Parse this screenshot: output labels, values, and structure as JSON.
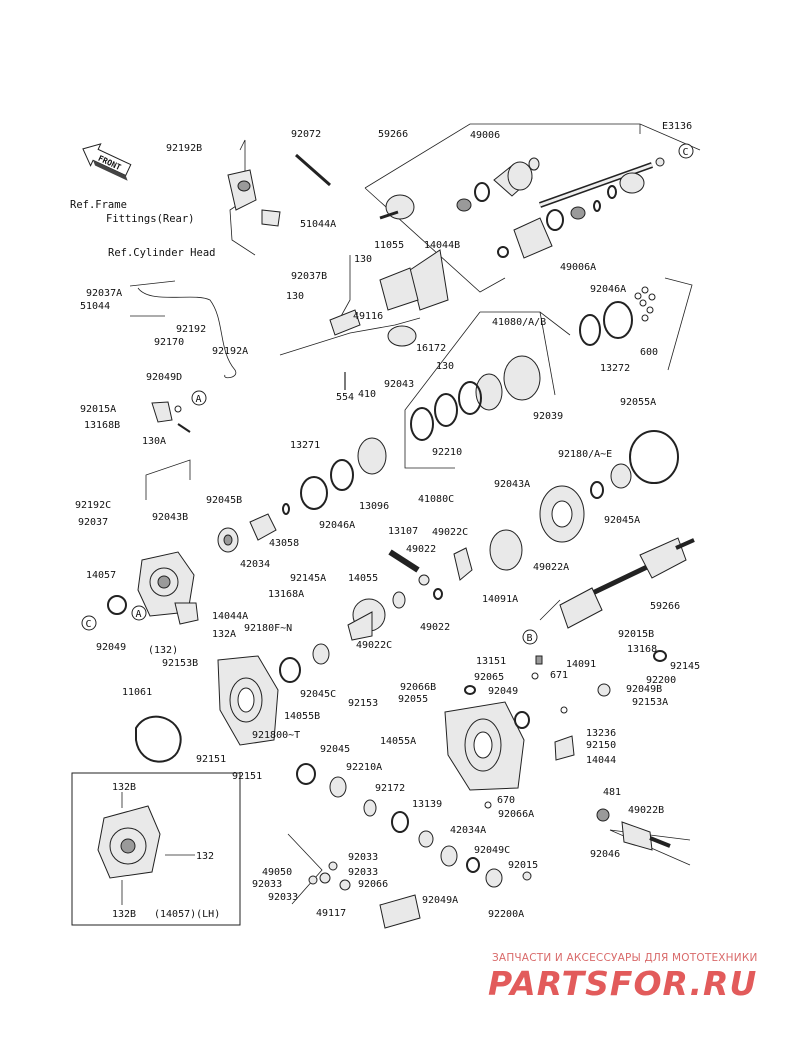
{
  "diagram_code": "E3136",
  "front_label": "FRONT",
  "refs": {
    "frame": "Ref.Frame",
    "fittings": "Fittings(Rear)",
    "cylinder_head": "Ref.Cylinder Head"
  },
  "markers": {
    "A": "A",
    "B": "B",
    "C": "C"
  },
  "inset_label": "(14057)(LH)",
  "parts": {
    "p92192B": "92192B",
    "p92072": "92072",
    "p59266a": "59266",
    "p49006": "49006",
    "p51044A": "51044A",
    "p11055": "11055",
    "p14044B": "14044B",
    "p130a": "130",
    "p92037B": "92037B",
    "p130b": "130",
    "p49116": "49116",
    "p92037A": "92037A",
    "p51044": "51044",
    "p92192": "92192",
    "p92170": "92170",
    "p92192A": "92192A",
    "p16172": "16172",
    "p130c": "130",
    "p92043": "92043",
    "p554": "554",
    "p410": "410",
    "p49006A": "49006A",
    "p92046Aa": "92046A",
    "p41080ABC": "41080/A/B",
    "p600": "600",
    "p13272": "13272",
    "p92039": "92039",
    "p92049D": "92049D",
    "p92015A": "92015A",
    "p13168B": "13168B",
    "p130A": "130A",
    "p92210": "92210",
    "p41080C": "41080C",
    "p92055A": "92055A",
    "p13271": "13271",
    "p92180AE": "92180/A~E",
    "p92192C": "92192C",
    "p92045B": "92045B",
    "p92046Ab": "92046A",
    "p13096": "13096",
    "p92043A": "92043A",
    "p92045A": "92045A",
    "p92037": "92037",
    "p92043B": "92043B",
    "p13107": "13107",
    "p49022C": "49022C",
    "p42034": "42034",
    "p43058": "43058",
    "p49022a": "49022",
    "p49022A": "49022A",
    "p14057": "14057",
    "p92145A": "92145A",
    "p14055": "14055",
    "p13168A": "13168A",
    "p14091A": "14091A",
    "p59266b": "59266",
    "p14044A": "14044A",
    "p49022b": "49022",
    "p92049a": "92049",
    "p132paren": "(132)",
    "p132A": "132A",
    "p49022Cb": "49022C",
    "p92015B": "92015B",
    "p92180FN": "92180F~N",
    "p13168": "13168",
    "p92153B": "92153B",
    "p13151": "13151",
    "p14091": "14091",
    "p92145": "92145",
    "p92065": "92065",
    "p92200": "92200",
    "p92066B": "92066B",
    "p671": "671",
    "p92049b": "92049",
    "p92055": "92055",
    "p92049B": "92049B",
    "p92045C": "92045C",
    "p92153": "92153",
    "p92153A": "92153A",
    "p11061": "11061",
    "p14055B": "14055B",
    "p13236": "13236",
    "p921800T": "921800~T",
    "p14055A": "14055A",
    "p92150": "92150",
    "p92151a": "92151",
    "p92045": "92045",
    "p92210A": "92210A",
    "p14044": "14044",
    "p92151b": "92151",
    "p92172": "92172",
    "p481": "481",
    "p670": "670",
    "p49022B": "49022B",
    "p132B_top": "132B",
    "p13139": "13139",
    "p92066A": "92066A",
    "p132": "132",
    "p42034A": "42034A",
    "p92046": "92046",
    "p92033a": "92033",
    "p92049C": "92049C",
    "p49050": "49050",
    "p92033b": "92033",
    "p92015": "92015",
    "p92033c": "92033",
    "p92066": "92066",
    "p92033d": "92033",
    "p92049A": "92049A",
    "p132B_bot": "132B",
    "p49117": "49117",
    "p92200A": "92200A"
  },
  "watermark": {
    "tagline": "ЗАПЧАСТИ И АКСЕССУАРЫ ДЛЯ МОТОТЕХНИКИ",
    "logo": "PARTSFOR.RU"
  }
}
